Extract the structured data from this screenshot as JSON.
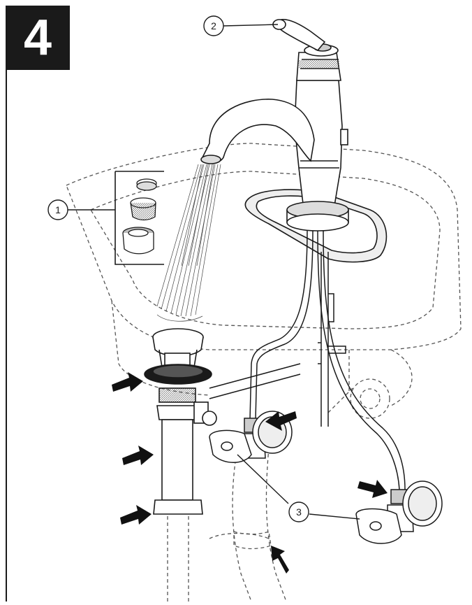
{
  "step": {
    "number": "4"
  },
  "callouts": [
    {
      "id": "1",
      "label": "1"
    },
    {
      "id": "2",
      "label": "2"
    },
    {
      "id": "3",
      "label": "3"
    }
  ],
  "colors": {
    "ink": "#1a1a1a",
    "line": "#333333",
    "dashed": "#555555",
    "arrow": "#111111",
    "paper": "#ffffff"
  }
}
